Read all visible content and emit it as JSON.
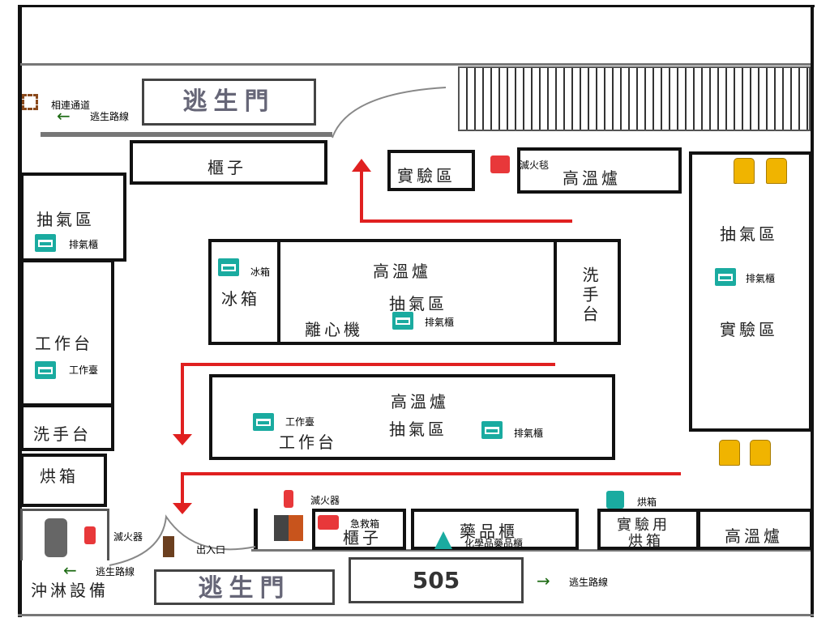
{
  "top": {
    "exit_door": "逃生門",
    "connect_passage": "相連通道",
    "escape_route": "逃生路線"
  },
  "rooms": {
    "cabinet_top": "櫃子",
    "exhaust_left": "抽氣區",
    "fume_hood": "排氣櫃",
    "workbench_left": "工作台",
    "workbench_icon": "工作臺",
    "sink_left": "洗手台",
    "oven_left": "烘箱",
    "shower": "沖淋設備",
    "lab_area_top": "實驗區",
    "fire_blanket": "滅火毯",
    "furnace_top": "高溫爐",
    "fridge": "冰箱",
    "fridge_icon": "冰箱",
    "furnace_center": "高溫爐",
    "exhaust_center": "抽氣區",
    "centrifuge": "離心機",
    "sink_center": "洗手台",
    "exhaust_right": "抽氣區",
    "lab_area_right": "實驗區",
    "furnace_mid": "高溫爐",
    "exhaust_mid": "抽氣區",
    "workbench_mid": "工作台",
    "extinguisher": "滅火器",
    "first_aid": "急救箱",
    "cabinet_bottom": "櫃子",
    "drug_cabinet": "藥品櫃",
    "chem_cabinet": "化學品藥品櫃",
    "oven_icon": "烘箱",
    "lab_oven_1": "實驗用",
    "lab_oven_2": "烘箱",
    "furnace_bottom": "高溫爐",
    "entrance": "出入口",
    "room_number": "505"
  },
  "colors": {
    "route": "#e02020",
    "escape_arrow": "#1e6b14",
    "icon_teal": "#1aaba0",
    "icon_red": "#e8383a",
    "door_brown": "#6b3f1f"
  }
}
